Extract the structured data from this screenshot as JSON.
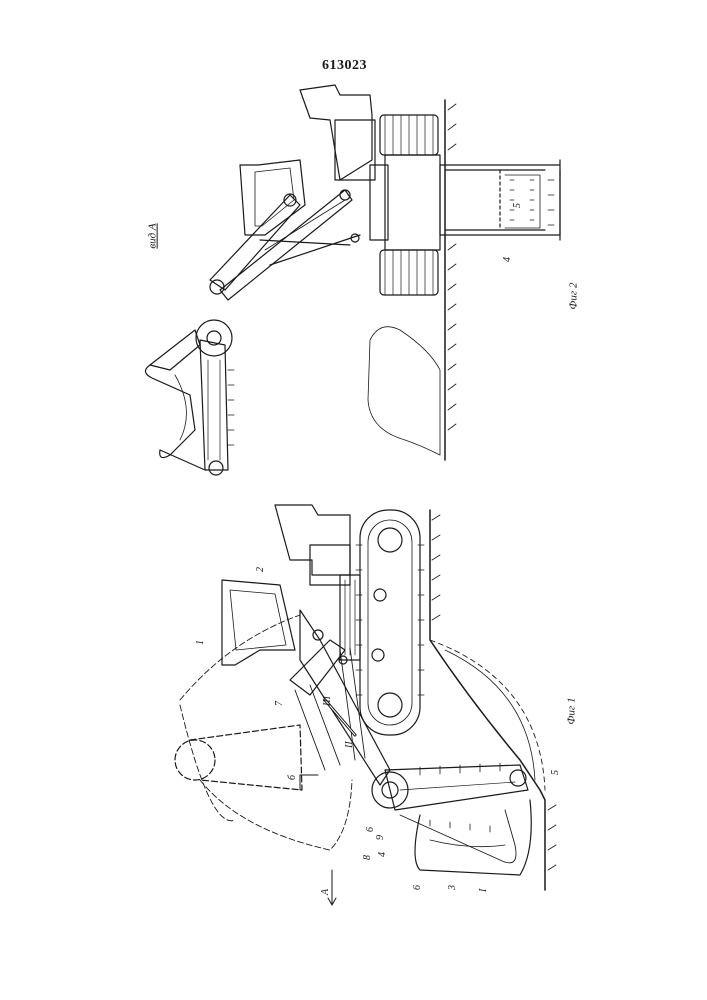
{
  "document": {
    "patent_number": "613023"
  },
  "figures": [
    {
      "id": "fig1",
      "caption": "Фиг 1",
      "view_arrow_label": "A",
      "section_label": "б",
      "callouts": [
        "1",
        "2",
        "7",
        "III",
        "II",
        "6",
        "9",
        "4",
        "8",
        "6",
        "3",
        "I",
        "5"
      ]
    },
    {
      "id": "fig2",
      "caption": "Фиг 2",
      "view_label": "вид А",
      "callouts": [
        "5",
        "4"
      ]
    }
  ],
  "colors": {
    "ink": "#1a1a1a",
    "paper": "#ffffff"
  }
}
